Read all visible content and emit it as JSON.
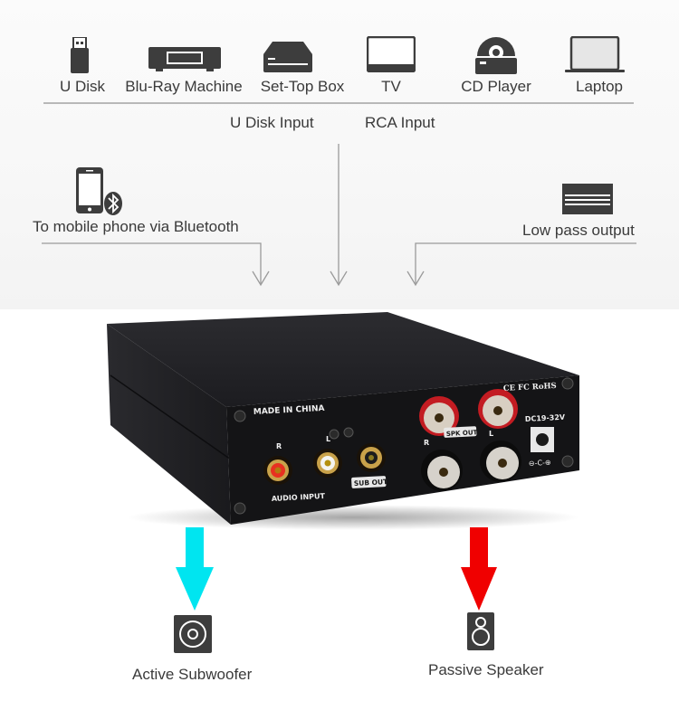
{
  "sources": [
    {
      "label": "U Disk",
      "icon": "usb-drive-icon"
    },
    {
      "label": "Blu-Ray Machine",
      "icon": "bluray-player-icon"
    },
    {
      "label": "Set-Top Box",
      "icon": "set-top-box-icon"
    },
    {
      "label": "TV",
      "icon": "tv-icon"
    },
    {
      "label": "CD Player",
      "icon": "cd-player-icon"
    },
    {
      "label": "Laptop",
      "icon": "laptop-icon"
    }
  ],
  "inputs": {
    "udisk": "U Disk Input",
    "rca": "RCA Input"
  },
  "bluetooth": {
    "label": "To mobile phone via Bluetooth",
    "icon": "phone-bluetooth-icon"
  },
  "lowpass": {
    "label": "Low pass output",
    "icon": "subwoofer-output-icon"
  },
  "device": {
    "made_in": "MADE IN CHINA",
    "audio_input": "AUDIO INPUT",
    "sub_out": "SUB OUT",
    "spk_out": "SPK OUT",
    "channel_r": "R",
    "channel_l": "L",
    "power": "DC19-32V",
    "certs": "CE FC RoHS",
    "polarity": "⊖-C-⊕"
  },
  "outputs": [
    {
      "label": "Active Subwoofer",
      "icon": "subwoofer-icon",
      "arrow_color": "#00e5f0"
    },
    {
      "label": "Passive Speaker",
      "icon": "speaker-icon",
      "arrow_color": "#f00000"
    }
  ],
  "colors": {
    "icon_dark": "#3d3d3d",
    "line": "#9a9a9a",
    "cyan": "#00e5f0",
    "red": "#f00000"
  }
}
